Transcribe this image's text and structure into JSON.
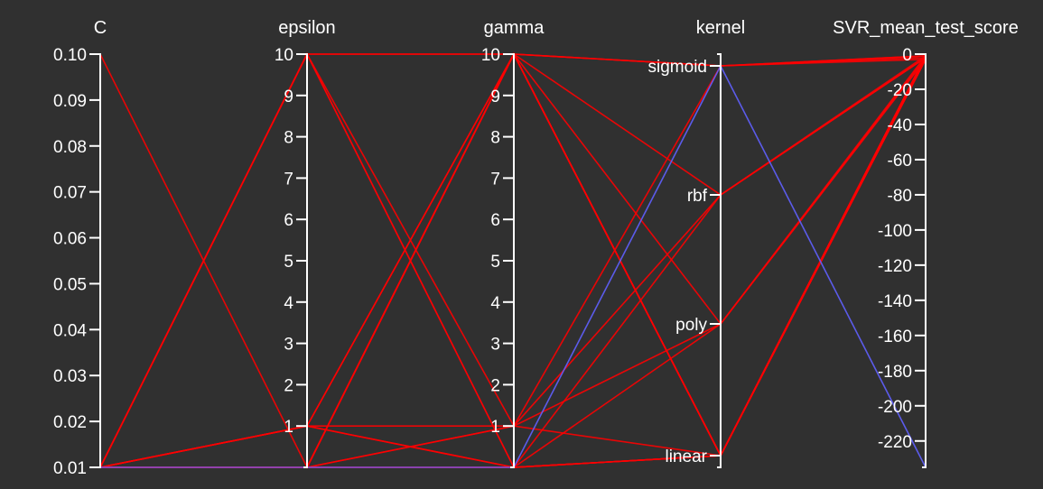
{
  "chart_data": {
    "type": "parallel_coordinates",
    "colors": {
      "high": "#ff0000",
      "low": "#6060ff",
      "background": "#303030",
      "text": "#ffffff"
    },
    "dimensions": [
      {
        "key": "C",
        "label": "C",
        "kind": "linear",
        "range": [
          0.01,
          0.1
        ],
        "ticks": [
          0.01,
          0.02,
          0.03,
          0.04,
          0.05,
          0.06,
          0.07,
          0.08,
          0.09,
          0.1
        ],
        "tick_labels": [
          "0.01",
          "0.02",
          "0.03",
          "0.04",
          "0.05",
          "0.06",
          "0.07",
          "0.08",
          "0.09",
          "0.10"
        ]
      },
      {
        "key": "epsilon",
        "label": "epsilon",
        "kind": "linear",
        "range": [
          0,
          10
        ],
        "ticks": [
          1,
          2,
          3,
          4,
          5,
          6,
          7,
          8,
          9,
          10
        ],
        "tick_labels": [
          "1",
          "2",
          "3",
          "4",
          "5",
          "6",
          "7",
          "8",
          "9",
          "10"
        ]
      },
      {
        "key": "gamma",
        "label": "gamma",
        "kind": "linear",
        "range": [
          0,
          10
        ],
        "ticks": [
          1,
          2,
          3,
          4,
          5,
          6,
          7,
          8,
          9,
          10
        ],
        "tick_labels": [
          "1",
          "2",
          "3",
          "4",
          "5",
          "6",
          "7",
          "8",
          "9",
          "10"
        ]
      },
      {
        "key": "kernel",
        "label": "kernel",
        "kind": "categorical",
        "categories": [
          "linear",
          "poly",
          "rbf",
          "sigmoid"
        ],
        "tick_labels": [
          "linear",
          "poly",
          "rbf",
          "sigmoid"
        ]
      },
      {
        "key": "score",
        "label": "SVR_mean_test_score",
        "kind": "linear",
        "range": [
          -235,
          0
        ],
        "ticks": [
          -220,
          -200,
          -180,
          -160,
          -140,
          -120,
          -100,
          -80,
          -60,
          -40,
          -20,
          0
        ],
        "tick_labels": [
          "-220",
          "-200",
          "-180",
          "-160",
          "-140",
          "-120",
          "-100",
          "-80",
          "-60",
          "-40",
          "-20",
          "0"
        ]
      }
    ],
    "rows": [
      {
        "C": 0.1,
        "epsilon": 0,
        "gamma": 10,
        "kernel": "linear",
        "score": -1
      },
      {
        "C": 0.01,
        "epsilon": 10,
        "gamma": 10,
        "kernel": "sigmoid",
        "score": -3
      },
      {
        "C": 0.01,
        "epsilon": 1,
        "gamma": 10,
        "kernel": "linear",
        "score": -1
      },
      {
        "C": 0.01,
        "epsilon": 1,
        "gamma": 10,
        "kernel": "linear",
        "score": -2
      },
      {
        "C": 0.01,
        "epsilon": 0,
        "gamma": 10,
        "kernel": "linear",
        "score": -1
      },
      {
        "C": 0.01,
        "epsilon": 0,
        "gamma": 10,
        "kernel": "linear",
        "score": -2
      },
      {
        "C": 0.01,
        "epsilon": 0,
        "gamma": 10,
        "kernel": "linear",
        "score": -3
      },
      {
        "C": 0.01,
        "epsilon": 10,
        "gamma": 10,
        "kernel": "sigmoid",
        "score": -1
      },
      {
        "C": 0.01,
        "epsilon": 10,
        "gamma": 1,
        "kernel": "linear",
        "score": -1
      },
      {
        "C": 0.01,
        "epsilon": 10,
        "gamma": 0,
        "kernel": "linear",
        "score": -2
      },
      {
        "C": 0.01,
        "epsilon": 10,
        "gamma": 0,
        "kernel": "linear",
        "score": -3
      },
      {
        "C": 0.01,
        "epsilon": 1,
        "gamma": 1,
        "kernel": "rbf",
        "score": -2
      },
      {
        "C": 0.01,
        "epsilon": 1,
        "gamma": 0,
        "kernel": "poly",
        "score": -1
      },
      {
        "C": 0.01,
        "epsilon": 1,
        "gamma": 0,
        "kernel": "linear",
        "score": -2
      },
      {
        "C": 0.01,
        "epsilon": 0,
        "gamma": 1,
        "kernel": "sigmoid",
        "score": -1
      },
      {
        "C": 0.01,
        "epsilon": 0,
        "gamma": 1,
        "kernel": "poly",
        "score": -2
      },
      {
        "C": 0.01,
        "epsilon": 0,
        "gamma": 0,
        "kernel": "rbf",
        "score": -1
      },
      {
        "C": 0.01,
        "epsilon": 0,
        "gamma": 0,
        "kernel": "linear",
        "score": -1
      },
      {
        "C": 0.01,
        "epsilon": 0,
        "gamma": 0,
        "kernel": "linear",
        "score": -3
      },
      {
        "C": 0.01,
        "epsilon": 0,
        "gamma": 10,
        "kernel": "rbf",
        "score": -2
      },
      {
        "C": 0.01,
        "epsilon": 0,
        "gamma": 10,
        "kernel": "poly",
        "score": -3
      },
      {
        "C": 0.01,
        "epsilon": 0,
        "gamma": 10,
        "kernel": "sigmoid",
        "score": -2
      },
      {
        "C": 0.01,
        "epsilon": 0,
        "gamma": 0,
        "kernel": "sigmoid",
        "score": -235
      }
    ]
  }
}
